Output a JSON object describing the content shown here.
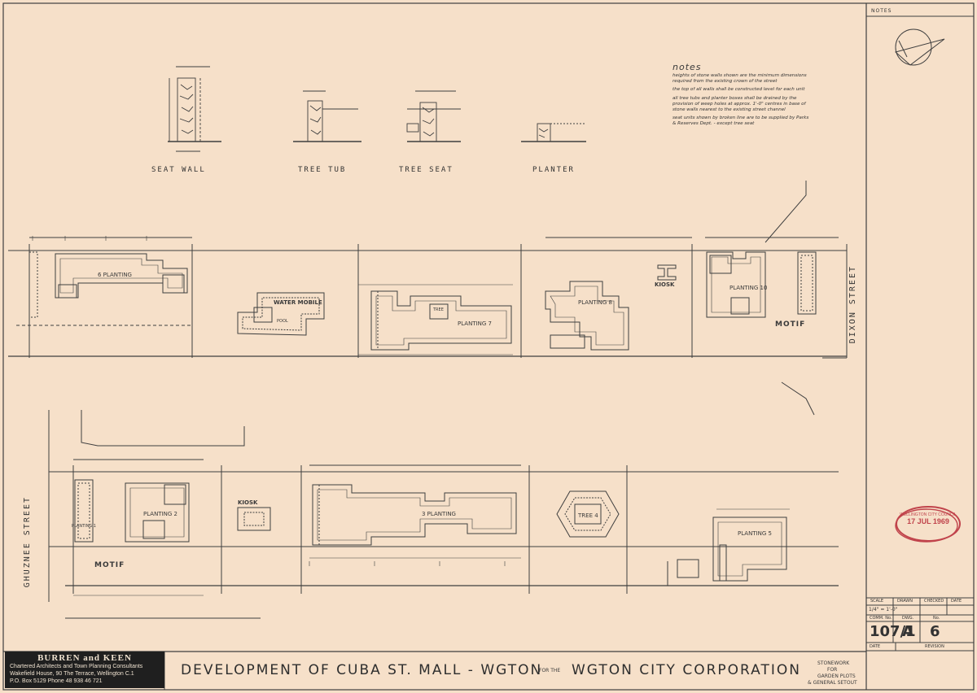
{
  "titleblock": {
    "notes_heading": "NOTES",
    "title": "DEVELOPMENT OF CUBA ST. MALL - WGTON",
    "for_the": "FOR THE",
    "client": "WGTON CITY CORPORATION",
    "subject_1": "STONEWORK",
    "subject_2": "FOR",
    "subject_3": "GARDEN PLOTS",
    "subject_4": "& GENERAL SETOUT",
    "scale_label": "SCALE",
    "drawn_label": "DRAWN",
    "checked_label": "CHECKED",
    "date_label": "DATE",
    "scale_value": "1/4\" = 1'-0\"",
    "comm_label": "COMM. No.",
    "dwg_label": "DWG.",
    "no_label": "No.",
    "comm_no": "107/1",
    "dwg_letter": "A",
    "dwg_no": "6",
    "date_bottom": "DATE",
    "revision": "REVISION"
  },
  "firm": {
    "name": "BURREN and KEEN",
    "line1": "Chartered Architects and Town Planning Consultants",
    "line2": "Wakefield House,  90 The Terrace,   Wellington C.1",
    "line3": "P.O. Box 5129                     Phone 48 938    46 721"
  },
  "stamp": {
    "line": "WELLINGTON CITY COUNCIL",
    "date": "17 JUL 1969"
  },
  "notes": {
    "heading": "notes",
    "p1": "heights of stone walls shown are the minimum dimensions required from the existing crown of the street",
    "p2": "the top of all walls shall be constructed level for each unit",
    "p3": "all tree tubs and planter boxes shall be drained by the provision of weep holes at approx. 1'-0\" centres in base of stone walls nearest to the existing street channel",
    "p4": "seat units shown by broken line are to be supplied by Parks & Reserves Dept. - except tree seat"
  },
  "details": {
    "seat_wall": "SEAT WALL",
    "tree_tub": "TREE TUB",
    "tree_seat": "TREE SEAT",
    "planter": "PLANTER"
  },
  "plan_labels": {
    "planting6": "6 PLANTING",
    "water_mobile": "WATER MOBILE",
    "pool": "POOL",
    "planting7": "PLANTING 7",
    "planting8": "PLANTING 8",
    "kiosk_top": "KIOSK",
    "planting10": "PLANTING 10",
    "motif_top": "MOTIF",
    "motif_bottom": "MOTIF",
    "planting1": "PLANTING 1",
    "planting2": "PLANTING 2",
    "kiosk_bottom": "KIOSK",
    "planting3": "3 PLANTING",
    "tree4": "TREE 4",
    "planting5": "PLANTING 5",
    "tree": "TREE",
    "dixon": "DIXON STREET",
    "ghuznee": "GHUZNEE STREET"
  },
  "colors": {
    "paper": "#f6e0c9",
    "ink": "#3a3a3a",
    "stamp": "#c0434b"
  }
}
